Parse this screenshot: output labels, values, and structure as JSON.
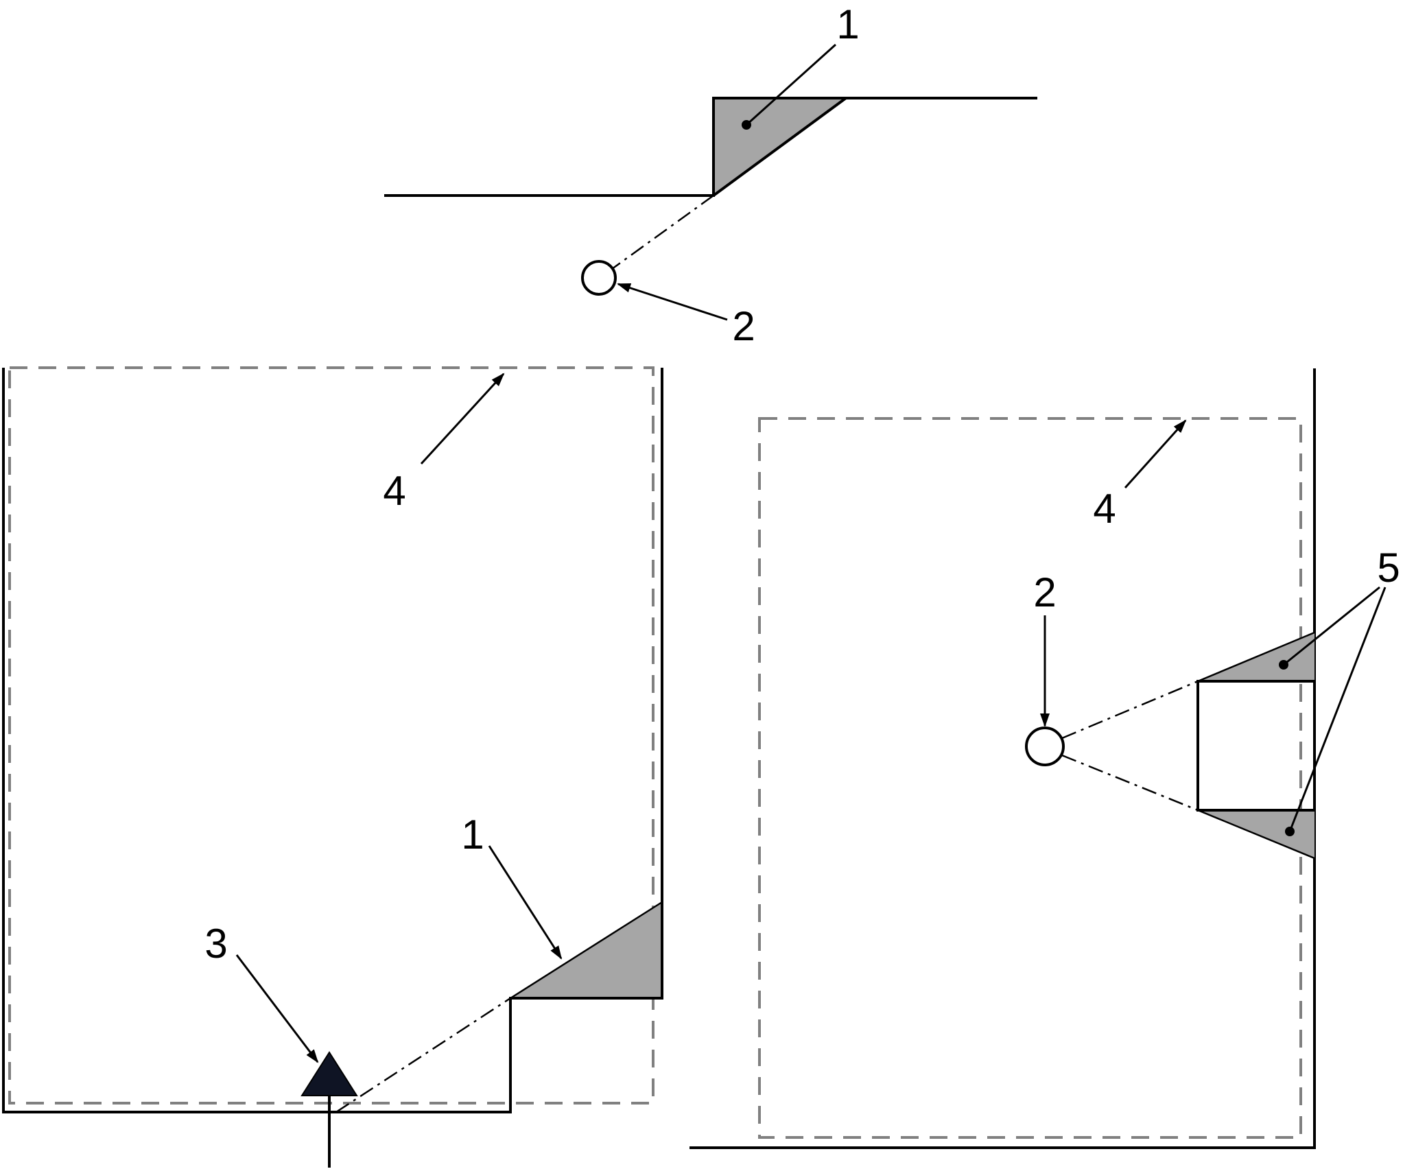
{
  "labels": {
    "top_shaded_region": "1",
    "top_source": "2",
    "left_frame": "4",
    "left_shaded_region": "1",
    "left_detector": "3",
    "right_frame": "4",
    "right_source": "2",
    "right_shaded_regions": "5"
  },
  "colors": {
    "line": "#000000",
    "shade": "#a6a6a6",
    "dash": "#808080"
  }
}
